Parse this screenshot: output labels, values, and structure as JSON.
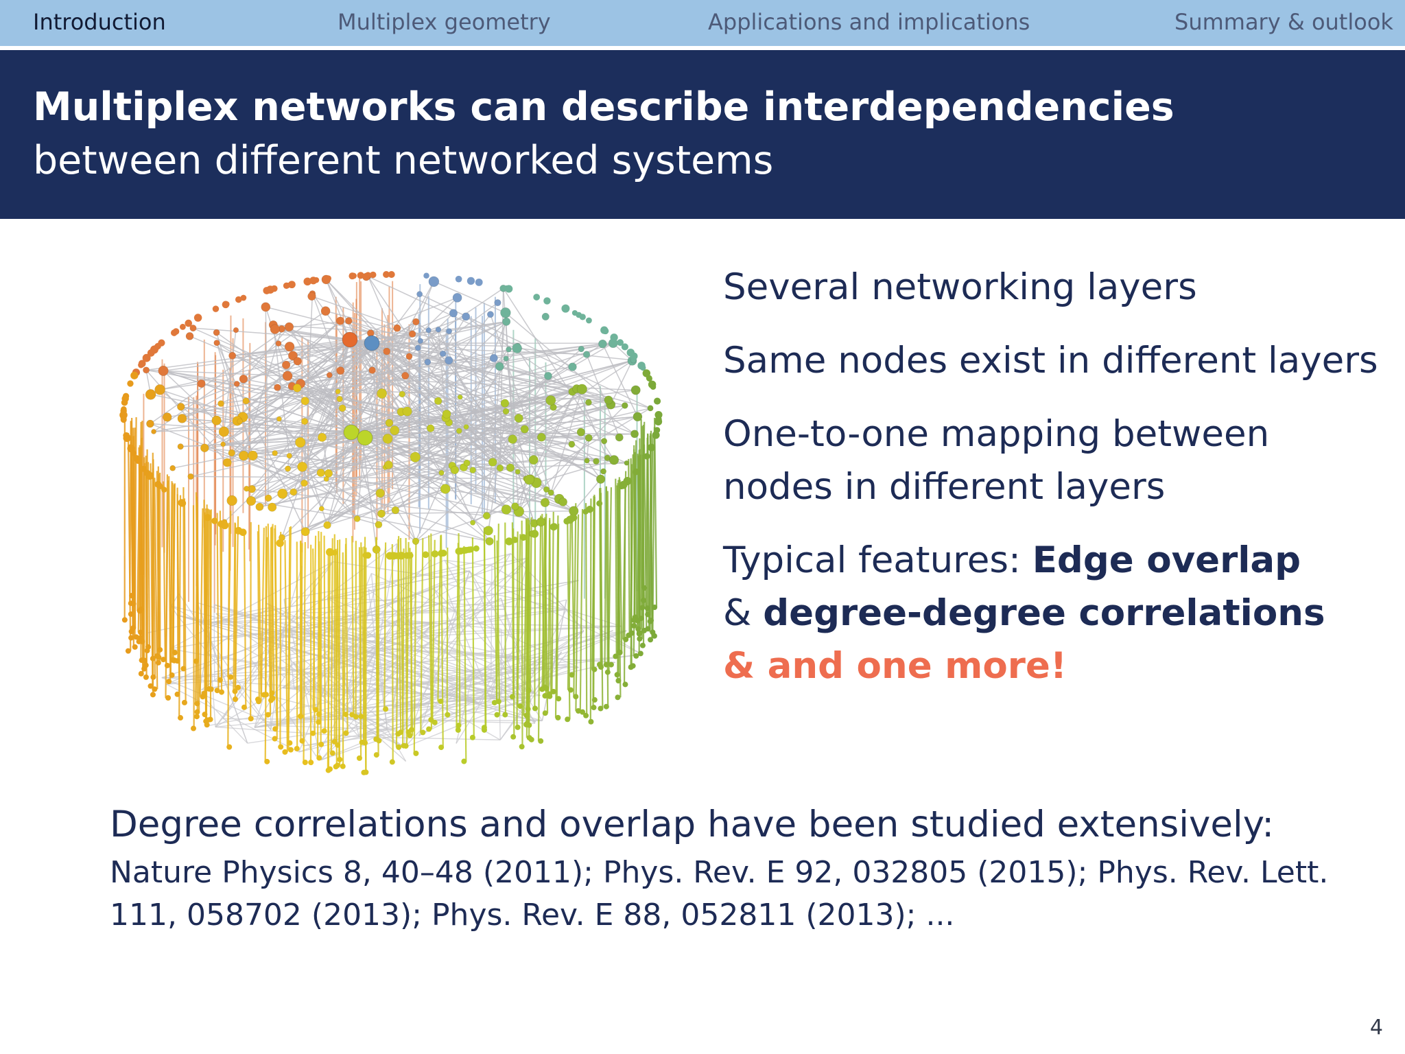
{
  "nav": {
    "items": [
      {
        "label": "Introduction",
        "active": true
      },
      {
        "label": "Multiplex geometry",
        "active": false
      },
      {
        "label": "Applications and implications",
        "active": false
      },
      {
        "label": "Summary & outlook",
        "active": false
      }
    ]
  },
  "slide": {
    "title_bold": "Multiplex networks can describe interdependencies",
    "title_sub": "between different networked systems",
    "bullets": [
      {
        "text": "Several networking layers"
      },
      {
        "text": "Same nodes exist in different layers"
      },
      {
        "text": "One-to-one mapping between nodes in different layers"
      },
      {
        "prefix": "Typical features: ",
        "bold1": "Edge overlap",
        "middle": " & ",
        "bold2": "degree-degree correlations",
        "accent": "& and one more!"
      }
    ],
    "bottom_main": "Degree correlations and overlap have been studied extensively:",
    "bottom_refs": "Nature Physics 8, 40–48 (2011); Phys. Rev. E 92, 032805 (2015); Phys. Rev. Lett. 111, 058702 (2013); Phys. Rev. E 88, 052811 (2013); ...",
    "page_number": "4"
  },
  "colors": {
    "nav_bar": "#9cc3e4",
    "title_bar": "#1c2e5c",
    "body_text": "#1d2b55",
    "accent": "#ee6d4f"
  },
  "figure": {
    "icon": "multiplex-network-illustration"
  }
}
